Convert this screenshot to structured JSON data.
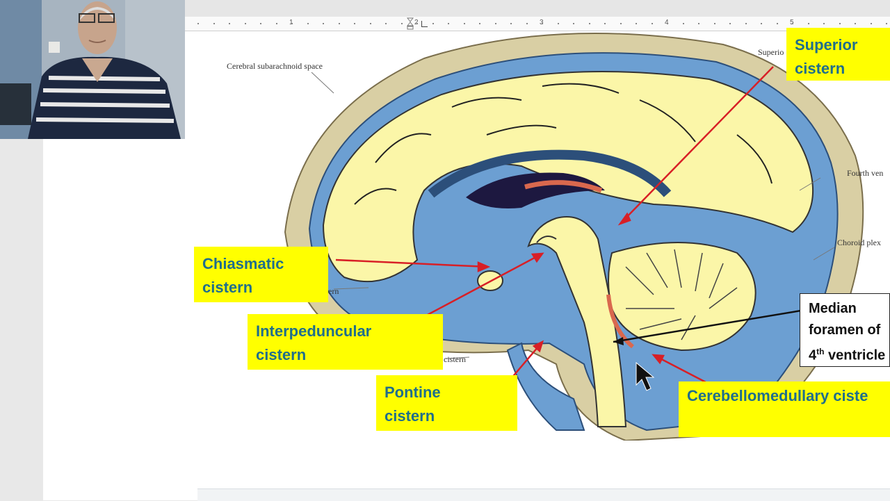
{
  "ruler": {
    "numbers": [
      "1",
      "2",
      "3",
      "4",
      "5"
    ]
  },
  "figure": {
    "callouts": {
      "superior": {
        "line1": "Superior",
        "line2": "cistern"
      },
      "chiasmatic": {
        "line1": "Chiasmatic",
        "line2": "cistern"
      },
      "interpeduncular": {
        "line1": "Interpeduncular",
        "line2": "cistern"
      },
      "pontine": {
        "line1": "Pontine",
        "line2": "cistern"
      },
      "cerebellomedullary": {
        "line1": "Cerebellomedullary ciste"
      }
    },
    "median_box": {
      "line1": "Median",
      "line2": "foramen of",
      "line3_prefix": "4",
      "line3_sup": "th",
      "line3_suffix": " ventricle"
    },
    "printed_labels": {
      "cerebral_subarachnoid": "Cerebral subarachnoid space",
      "superio": "Superio",
      "fourth_ven": "Fourth ven",
      "choroid_plex": "Choroid plex",
      "ern": "ern",
      "cistern": "cistern"
    }
  },
  "colors": {
    "callout_bg": "#ffff00",
    "callout_text": "#1f6e8c",
    "arrow": "#d81f26",
    "csf_blue": "#6c9fd2",
    "brain_yellow": "#fbf6a8",
    "ventricle_dark": "#1d1840"
  }
}
